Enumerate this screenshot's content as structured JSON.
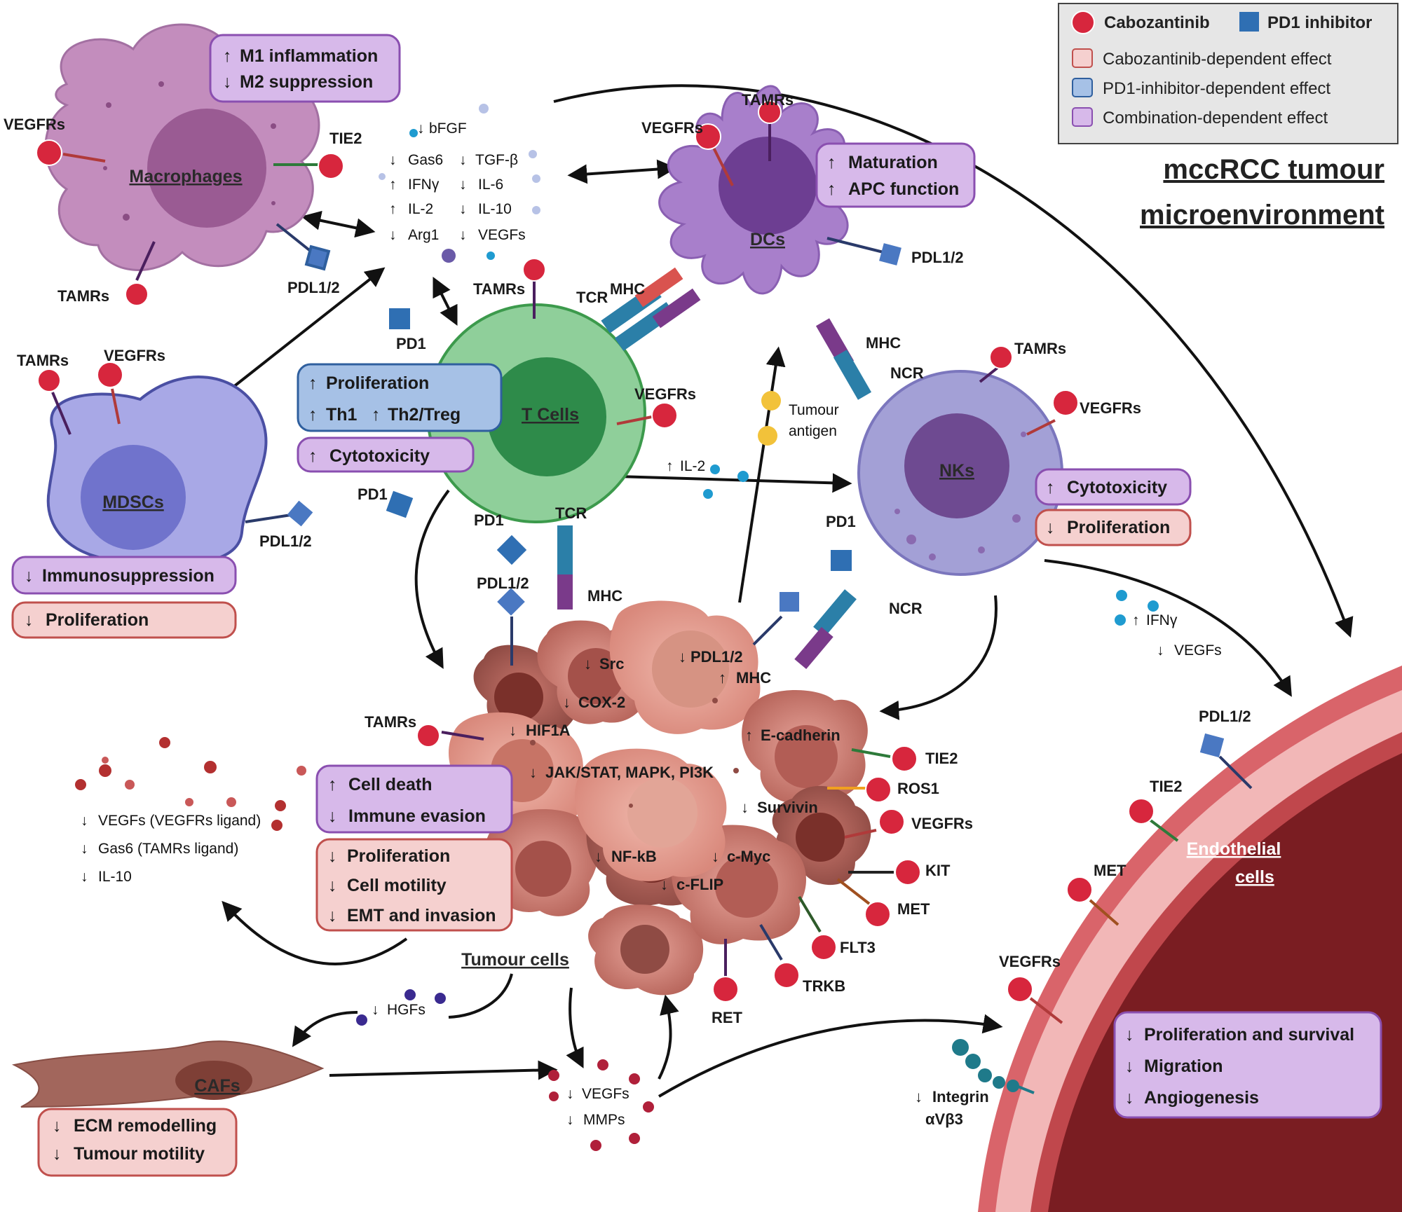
{
  "title": {
    "line1": "mccRCC tumour",
    "line2": "microenvironment"
  },
  "legend": {
    "cabozantinib": "Cabozantinib",
    "pd1_inhibitor": "PD1 inhibitor",
    "cabo_effect": "Cabozantinib-dependent effect",
    "pd1_effect": "PD1-inhibitor-dependent effect",
    "combo_effect": "Combination-dependent effect"
  },
  "colors": {
    "cabo_fill": "#f5d0cf",
    "cabo_stroke": "#c0504d",
    "pd1_fill": "#a6c1e6",
    "pd1_stroke": "#2f5f9e",
    "combo_fill": "#d7b9ea",
    "combo_stroke": "#8a4fb0",
    "inhibitor_red": "#d7263d",
    "pd1_blue": "#2f6fb3"
  },
  "cells": {
    "macrophages": "Macrophages",
    "dcs": "DCs",
    "tcells": "T Cells",
    "mdscs": "MDSCs",
    "nks": "NKs",
    "tumour": "Tumour cells",
    "cafs": "CAFs",
    "endothelial_1": "Endothelial",
    "endothelial_2": "cells"
  },
  "effects": {
    "macrophage": [
      "M1 inflammation",
      "M2 suppression"
    ],
    "dc": [
      "Maturation",
      "APC function"
    ],
    "tcell_pd1": [
      "Proliferation",
      "Th1",
      "Th2/Treg"
    ],
    "tcell_combo": "Cytotoxicity",
    "mdsc_combo": "Immunosuppression",
    "mdsc_cabo": "Proliferation",
    "nk_combo": "Cytotoxicity",
    "nk_cabo": "Proliferation",
    "tumour_combo": [
      "Cell death",
      "Immune evasion"
    ],
    "tumour_cabo": [
      "Proliferation",
      "Cell motility",
      "EMT and invasion"
    ],
    "caf_cabo": [
      "ECM remodelling",
      "Tumour motility"
    ],
    "endo_combo": [
      "Proliferation and survival",
      "Migration",
      "Angiogenesis"
    ]
  },
  "cytokines": {
    "bfgf": "bFGF",
    "gas6": "Gas6",
    "ifng": "IFNγ",
    "il2": "IL-2",
    "arg1": "Arg1",
    "tgfb": "TGF-β",
    "il6": "IL-6",
    "il10": "IL-10",
    "vegfs": "VEGFs"
  },
  "receptors": {
    "vegfrs": "VEGFRs",
    "tamrs": "TAMRs",
    "tie2": "TIE2",
    "pdl12": "PDL1/2",
    "pd1": "PD1",
    "mhc": "MHC",
    "tcr": "TCR",
    "ncr": "NCR",
    "ros1": "ROS1",
    "kit": "KIT",
    "met": "MET",
    "flt3": "FLT3",
    "trkb": "TRKB",
    "ret": "RET"
  },
  "tumour_molecules": {
    "pdl12": "PDL1/2",
    "mhc": "MHC",
    "src": "Src",
    "cox2": "COX-2",
    "hif1a": "HIF1A",
    "jak": "JAK/STAT, MAPK, PI3K",
    "ecad": "E-cadherin",
    "survivin": "Survivin",
    "nfkb": "NF-kB",
    "cmyc": "c-Myc",
    "cflip": "c-FLIP"
  },
  "misc": {
    "tumour_antigen_1": "Tumour",
    "tumour_antigen_2": "antigen",
    "il2_flow": "IL-2",
    "nk_ifng": "IFNγ",
    "nk_vegfs": "VEGFs",
    "ligand_vegfs": "VEGFs (VEGFRs ligand)",
    "ligand_gas6": "Gas6 (TAMRs ligand)",
    "ligand_il10": "IL-10",
    "hgfs": "HGFs",
    "bottom_vegfs": "VEGFs",
    "bottom_mmps": "MMPs",
    "integrin_1": "Integrin",
    "integrin_2": "αVβ3"
  }
}
